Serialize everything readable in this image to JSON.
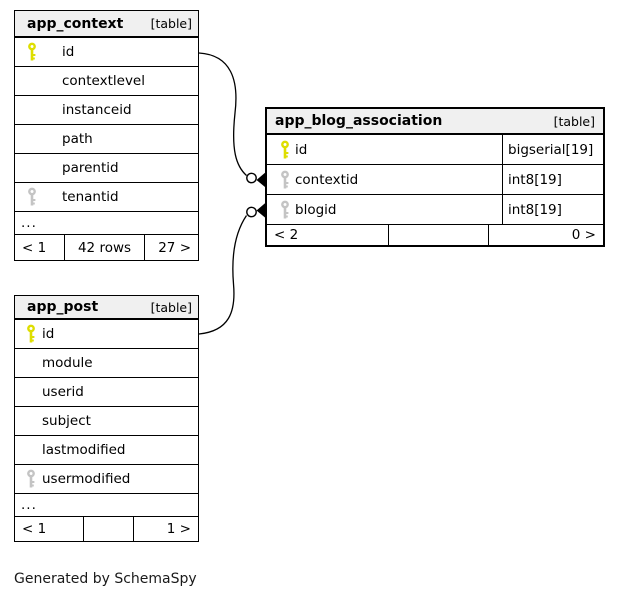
{
  "note": "Generated by SchemaSpy",
  "colors": {
    "background": "#ffffff",
    "header_bg": "#f0f0f0",
    "border": "#000000",
    "primary_key_icon": "#dede00",
    "foreign_key_icon": "#c4c4c4"
  },
  "tables": {
    "app_context": {
      "title": "app_context",
      "badge": "[table]",
      "columns": [
        "id",
        "contextlevel",
        "instanceid",
        "path",
        "parentid",
        "tenantid"
      ],
      "ellipsis": "...",
      "footer": {
        "left": "< 1",
        "center": "42 rows",
        "right": "27 >"
      }
    },
    "app_blog_association": {
      "title": "app_blog_association",
      "badge": "[table]",
      "columns": [
        {
          "name": "id",
          "type": "bigserial[19]"
        },
        {
          "name": "contextid",
          "type": "int8[19]"
        },
        {
          "name": "blogid",
          "type": "int8[19]"
        }
      ],
      "footer": {
        "left": "< 2",
        "center": "",
        "right": "0 >"
      }
    },
    "app_post": {
      "title": "app_post",
      "badge": "[table]",
      "columns": [
        "id",
        "module",
        "userid",
        "subject",
        "lastmodified",
        "usermodified"
      ],
      "ellipsis": "...",
      "footer": {
        "left": "< 1",
        "center": "",
        "right": "1 >"
      }
    }
  },
  "relationships": [
    {
      "from": "app_context.id",
      "to": "app_blog_association.contextid"
    },
    {
      "from": "app_post.id",
      "to": "app_blog_association.blogid"
    }
  ]
}
